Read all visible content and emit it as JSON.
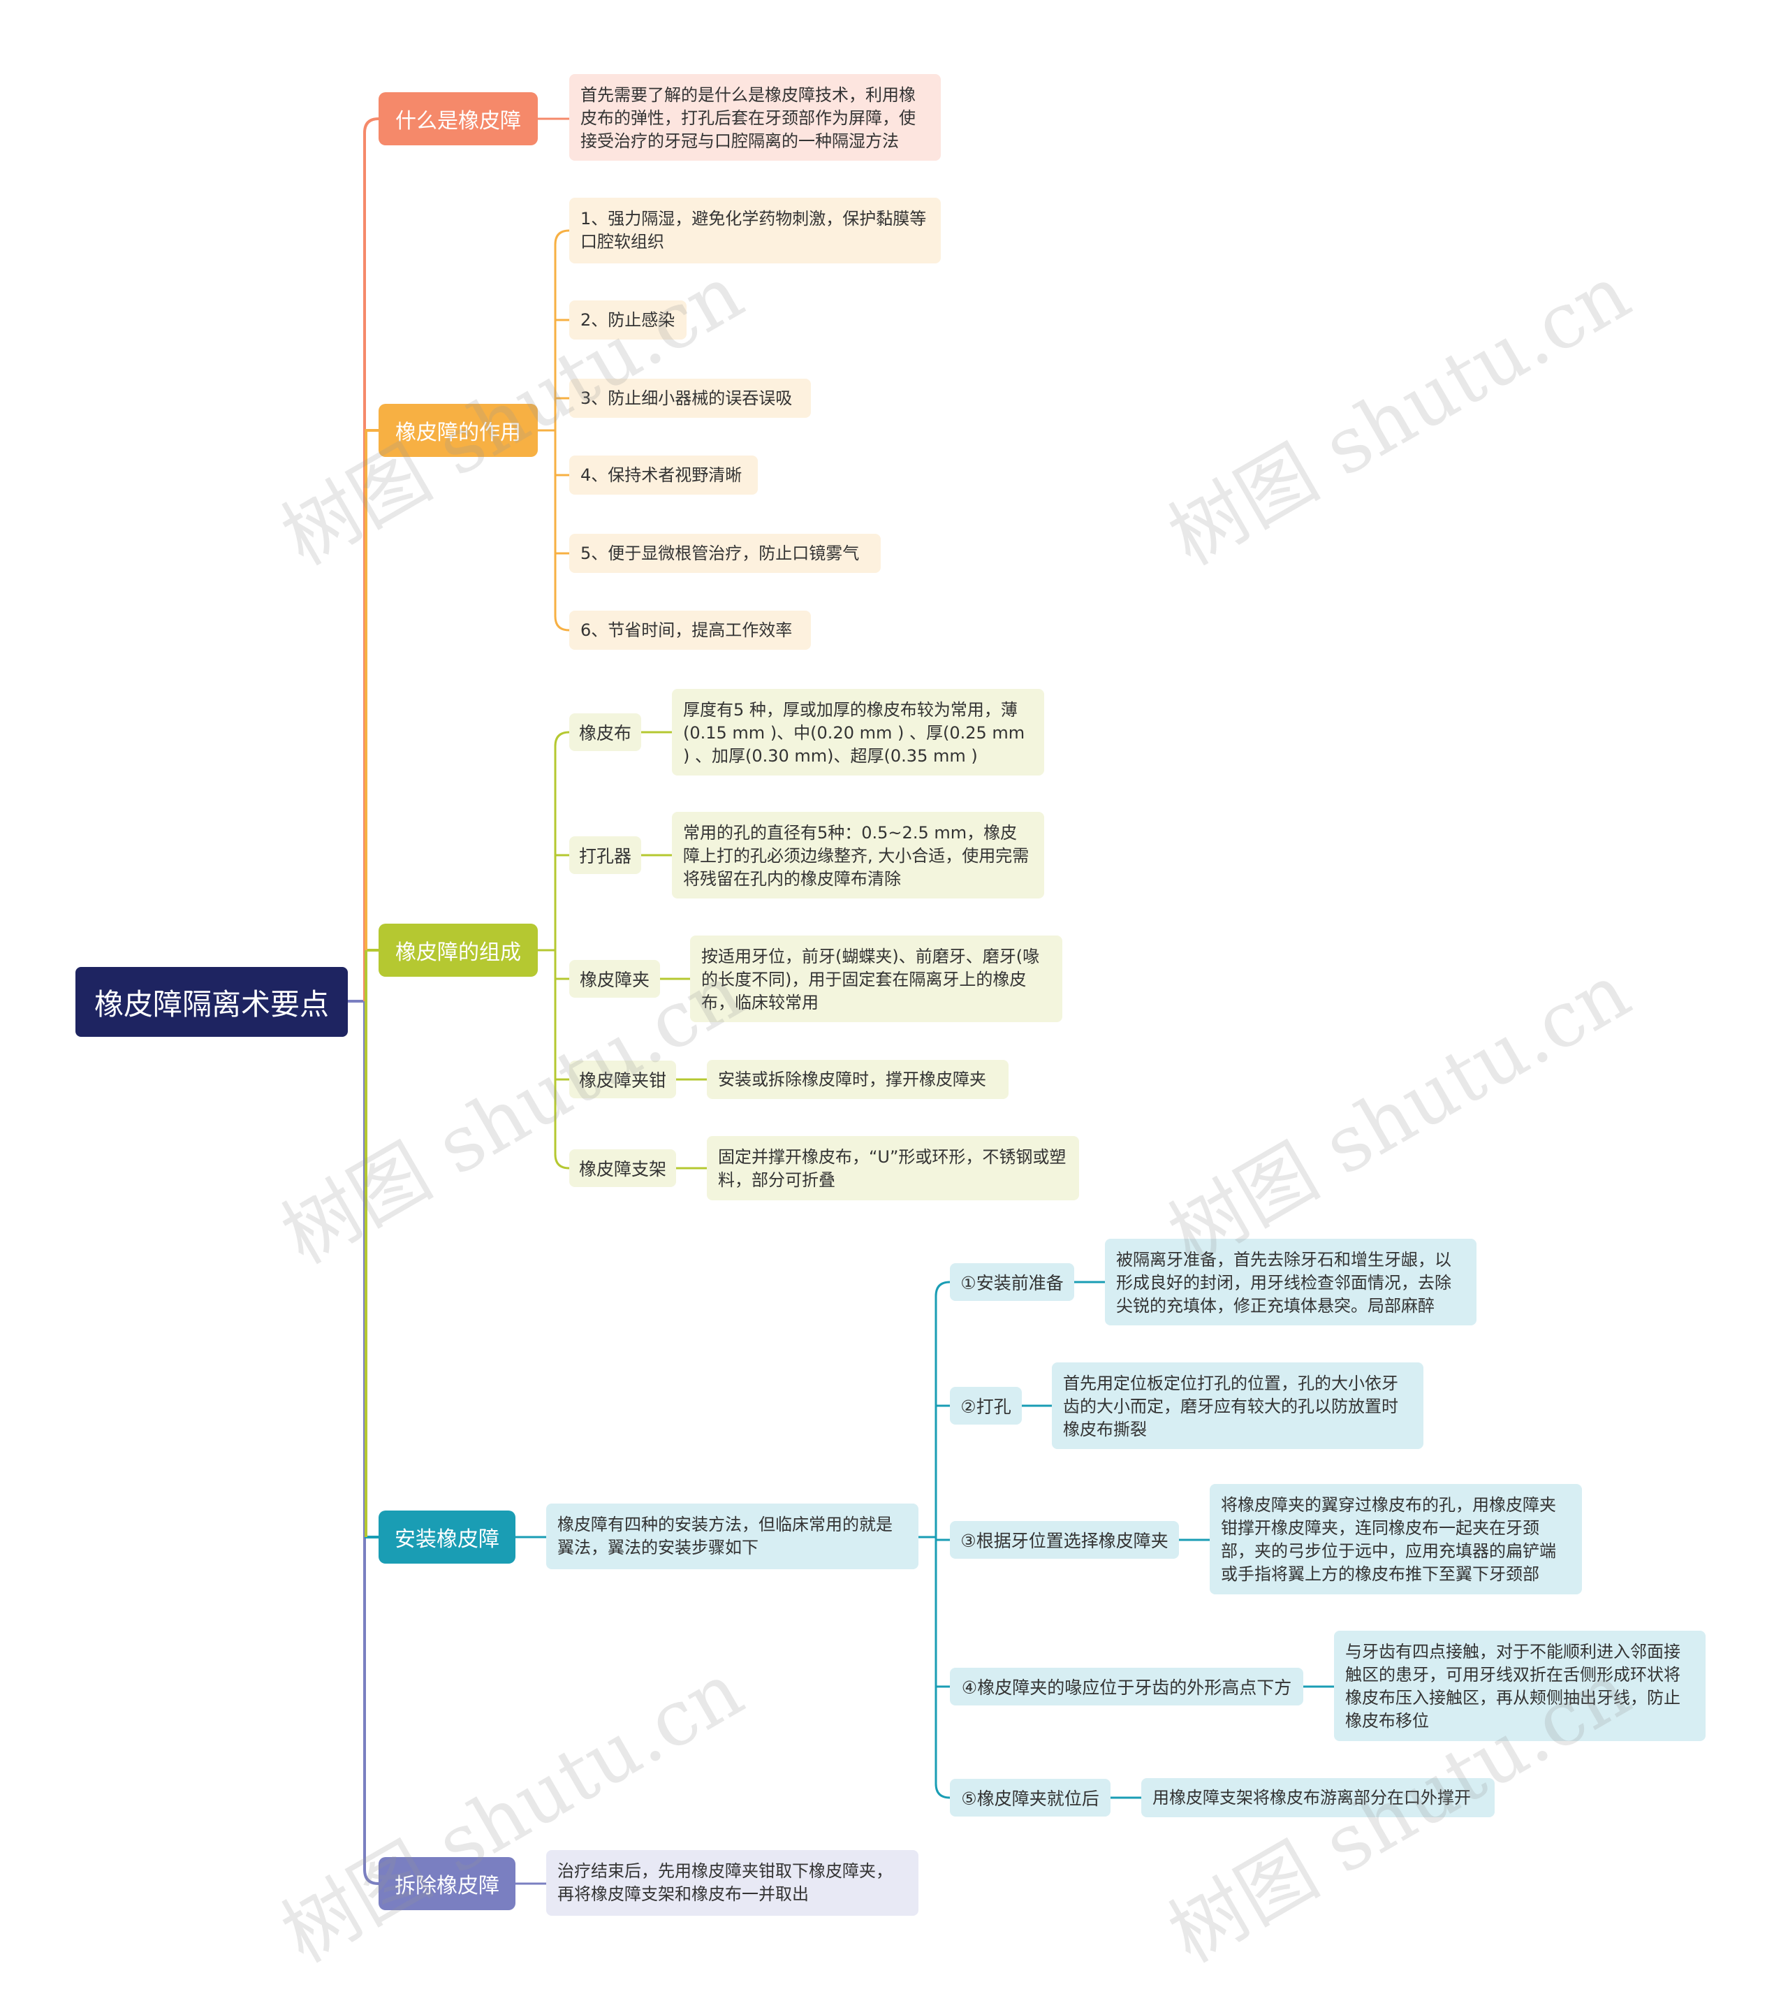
{
  "root": {
    "title": "橡皮障隔离术要点"
  },
  "branches": {
    "what": {
      "label": "什么是橡皮障",
      "color": "#f5896a",
      "text": "首先需要了解的是什么是橡皮障技术，利用橡皮布的弹性，打孔后套在牙颈部作为屏障，使接受治疗的牙冠与口腔隔离的一种隔湿方法"
    },
    "role": {
      "label": "橡皮障的作用",
      "color": "#f7b043",
      "items": [
        "1、强力隔湿，避免化学药物刺激，保护黏膜等口腔软组织",
        "2、防止感染",
        "3、防止细小器械的误吞误吸",
        "4、保持术者视野清晰",
        "5、便于显微根管治疗，防止口镜雾气",
        "6、节省时间，提高工作效率"
      ]
    },
    "parts": {
      "label": "橡皮障的组成",
      "color": "#b5c831",
      "items": [
        {
          "label": "橡皮布",
          "text": "厚度有5 种，厚或加厚的橡皮布较为常用，薄(0.15 mm )、中(0.20 mm ) 、厚(0.25 mm ) 、加厚(0.30 mm)、超厚(0.35 mm )"
        },
        {
          "label": "打孔器",
          "text": "常用的孔的直径有5种：0.5~2.5 mm，橡皮障上打的孔必须边缘整齐, 大小合适，使用完需将残留在孔内的橡皮障布清除"
        },
        {
          "label": "橡皮障夹",
          "text": "按适用牙位，前牙(蝴蝶夹)、前磨牙、磨牙(喙的长度不同)，用于固定套在隔离牙上的橡皮布，临床较常用"
        },
        {
          "label": "橡皮障夹钳",
          "text": "安装或拆除橡皮障时，撑开橡皮障夹"
        },
        {
          "label": "橡皮障支架",
          "text": "固定并撑开橡皮布，“U”形或环形，不锈钢或塑料，部分可折叠"
        }
      ]
    },
    "install": {
      "label": "安装橡皮障",
      "color": "#1a9db4",
      "intro": "橡皮障有四种的安装方法，但临床常用的就是翼法，翼法的安装步骤如下",
      "steps": [
        {
          "label": "①安装前准备",
          "text": "被隔离牙准备，首先去除牙石和增生牙龈，以形成良好的封闭，用牙线检查邻面情况，去除尖锐的充填体，修正充填体悬突。局部麻醉"
        },
        {
          "label": "②打孔",
          "text": "首先用定位板定位打孔的位置，孔的大小依牙齿的大小而定，磨牙应有较大的孔以防放置时橡皮布撕裂"
        },
        {
          "label": "③根据牙位置选择橡皮障夹",
          "text": "将橡皮障夹的翼穿过橡皮布的孔，用橡皮障夹钳撑开橡皮障夹，连同橡皮布一起夹在牙颈部，夹的弓步位于远中，应用充填器的扁铲端或手指将翼上方的橡皮布推下至翼下牙颈部"
        },
        {
          "label": "④橡皮障夹的喙应位于牙齿的外形高点下方",
          "text": "与牙齿有四点接触，对于不能顺利进入邻面接触区的患牙，可用牙线双折在舌侧形成环状将橡皮布压入接触区，再从颊侧抽出牙线，防止橡皮布移位"
        },
        {
          "label": "⑤橡皮障夹就位后",
          "text": "用橡皮障支架将橡皮布游离部分在口外撑开"
        }
      ]
    },
    "remove": {
      "label": "拆除橡皮障",
      "color": "#7a7fc1",
      "text": "治疗结束后，先用橡皮障夹钳取下橡皮障夹，再将橡皮障支架和橡皮布一并取出"
    }
  },
  "watermark": "树图 shutu.cn"
}
